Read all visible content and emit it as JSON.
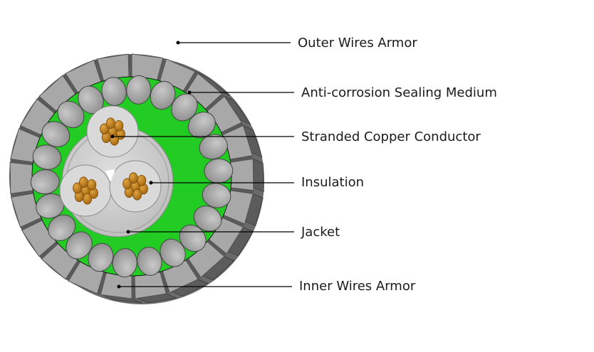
{
  "diagram": {
    "colors": {
      "armor": "#a8a8a8",
      "armor_side": "#6a6a6a",
      "sealing_medium": "#22cc22",
      "copper": "#c98a1e",
      "insulation": "#d9d9d9",
      "jacket": "#cfcfcf"
    },
    "labels": {
      "outer_wires_armor": "Outer Wires Armor",
      "anti_corrosion": "Anti-corrosion Sealing Medium",
      "stranded_copper": "Stranded Copper Conductor",
      "insulation": "Insulation",
      "jacket": "Jacket",
      "inner_wires_armor": "Inner Wires Armor"
    }
  }
}
